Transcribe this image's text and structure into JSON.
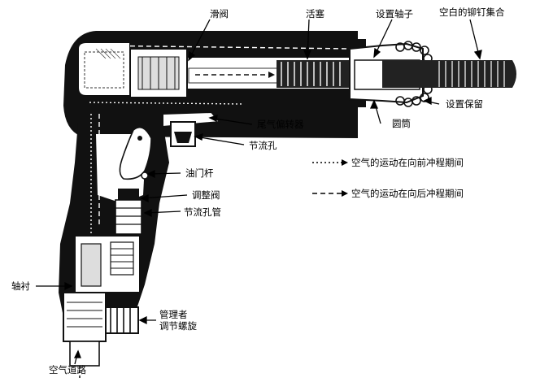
{
  "labels": {
    "slide_valve": "滑阀",
    "piston": "活塞",
    "set_sleeve": "设置轴子",
    "rivet_set_assembly": "空白的铆钉集合",
    "set_retainer": "设置保留",
    "cylinder": "圆筒",
    "exhaust_deflector": "尾气偏转器",
    "throttle_hole": "节流孔",
    "throttle_lever": "油门杆",
    "adjusting_valve": "调整阀",
    "throttle_tube": "节流孔管",
    "bushing": "轴衬",
    "regulator_line1": "管理者",
    "regulator_line2": "调节螺旋",
    "air_passage": "空气道路"
  },
  "legend": {
    "forward_stroke": "空气的运动在向前冲程期间",
    "return_stroke": "空气的运动在向后冲程期间"
  }
}
